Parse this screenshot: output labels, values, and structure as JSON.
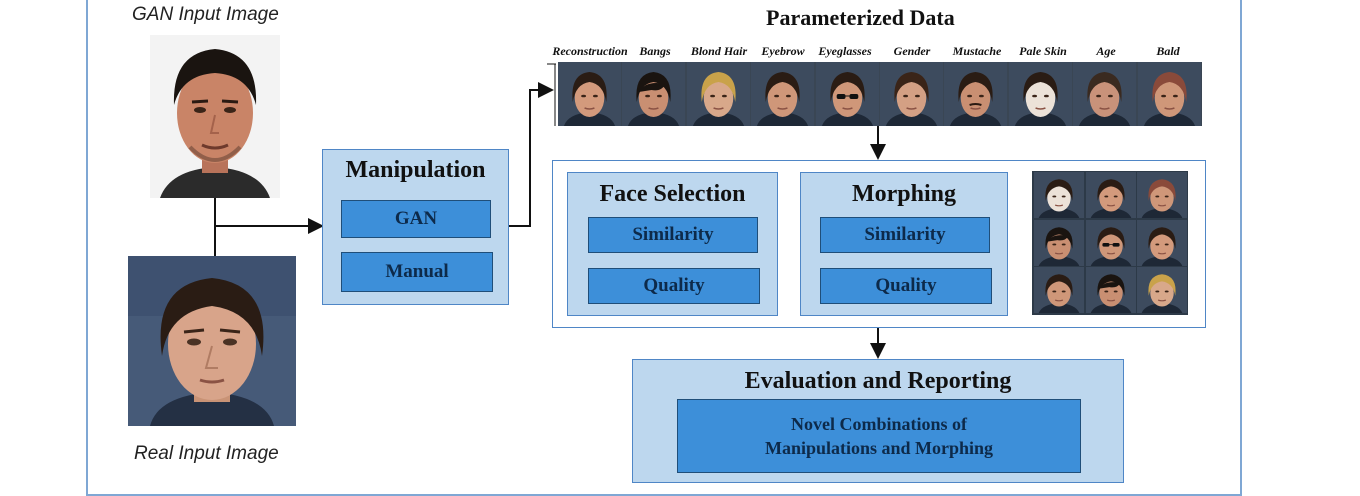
{
  "inputs": {
    "gan_caption": "GAN Input Image",
    "real_caption": "Real Input Image"
  },
  "manipulation": {
    "title": "Manipulation",
    "items": [
      "GAN",
      "Manual"
    ]
  },
  "parameterized": {
    "title": "Parameterized Data",
    "attributes": [
      "Reconstruction",
      "Bangs",
      "Blond Hair",
      "Eyebrow",
      "Eyeglasses",
      "Gender",
      "Mustache",
      "Pale Skin",
      "Age",
      "Bald"
    ]
  },
  "face_selection": {
    "title": "Face Selection",
    "items": [
      "Similarity",
      "Quality"
    ]
  },
  "morphing": {
    "title": "Morphing",
    "items": [
      "Similarity",
      "Quality"
    ]
  },
  "evaluation": {
    "title": "Evaluation and Reporting",
    "result_line1": "Novel Combinations of",
    "result_line2": "Manipulations and Morphing"
  },
  "colors": {
    "light_box": "#bdd7ee",
    "dark_box": "#3d8fd9",
    "border": "#4f86c6",
    "frame": "#7fa7d4"
  }
}
